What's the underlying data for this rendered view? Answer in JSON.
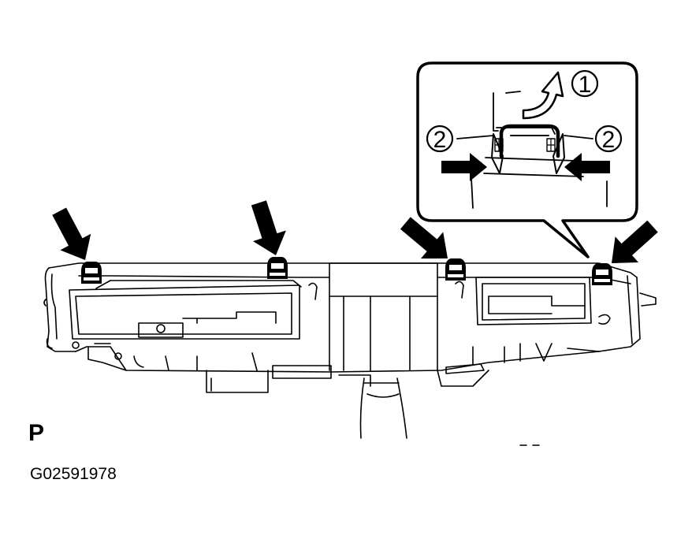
{
  "diagram": {
    "callouts": [
      "1",
      "2",
      "2"
    ],
    "view_marker": "P",
    "figure_code": "G02591978"
  },
  "colors": {
    "ink": "#000000",
    "paper": "#ffffff"
  },
  "icons": [
    "down-arrow-icon",
    "left-arrow-icon",
    "right-arrow-icon",
    "curved-up-arrow-icon",
    "clip-icon"
  ]
}
